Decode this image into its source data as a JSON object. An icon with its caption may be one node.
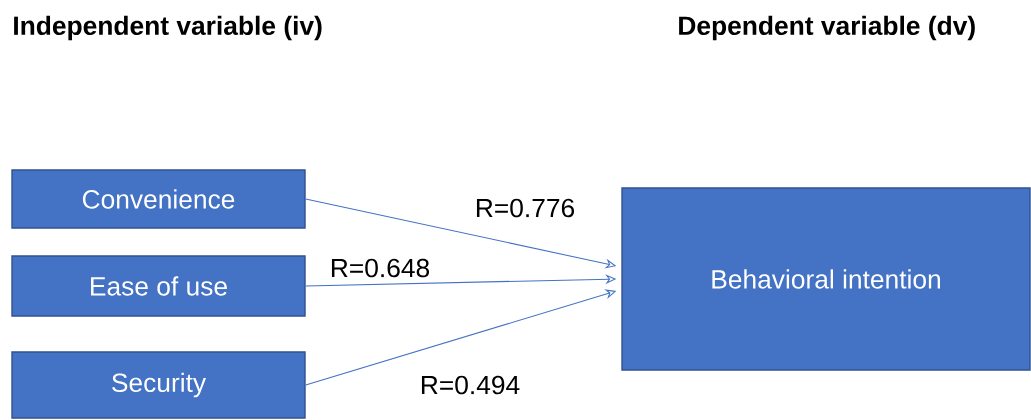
{
  "diagram": {
    "nodes": [
      {
        "text": [
          "Convenience"
        ]
      },
      {
        "text": [
          "Ease of use"
        ]
      },
      {
        "text": [
          "Security"
        ]
      },
      {
        "text": [
          "Behavioral intention"
        ]
      }
    ],
    "edges": [
      {
        "from": 0,
        "to": 3,
        "arrow": "to",
        "label": "R=0.776"
      },
      {
        "from": 1,
        "to": 3,
        "arrow": "to",
        "label": "R=0.648"
      },
      {
        "from": 2,
        "to": 3,
        "arrow": "to",
        "label": "R=0.494"
      }
    ],
    "labels": [
      "Independent variable (iv)",
      "Dependent variable (dv)"
    ]
  }
}
